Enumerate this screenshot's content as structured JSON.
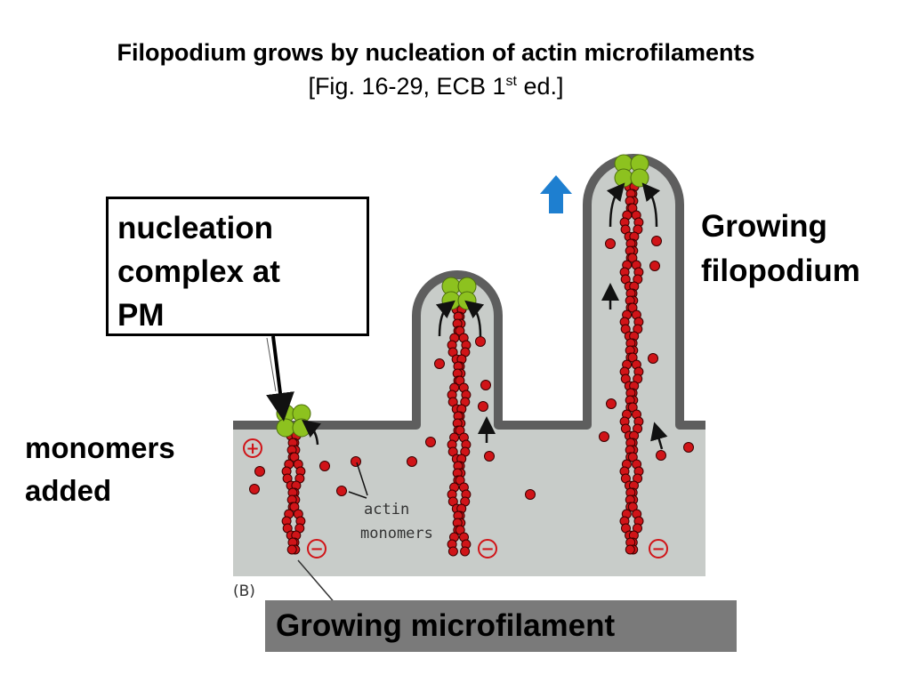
{
  "slide": {
    "title": "Filopodium grows by nucleation of actin microfilaments",
    "subtitle_main": "[Fig. 16-29, ECB 1",
    "subtitle_sup": "st",
    "subtitle_end": " ed.]"
  },
  "callout": {
    "lines": [
      "nucleation",
      "complex at",
      "PM"
    ]
  },
  "labels": {
    "growing_filopodium": [
      "Growing",
      "filopodium"
    ],
    "monomers_added": [
      "monomers",
      "added"
    ],
    "growing_microfilament": "Growing microfilament"
  },
  "figure": {
    "actin_label_1": "actin",
    "actin_label_2": "monomers",
    "panel_label": "(B)",
    "plus_sign": "+",
    "minus_sign": "−",
    "colors": {
      "cytoplasm": "#c8ccc9",
      "membrane": "#5e5e5e",
      "monomer": "#d01418",
      "complex": "#8dc21f",
      "arrow_up": "#1e7fd0"
    },
    "icons": [
      "up-arrow-icon",
      "plus-end-icon",
      "minus-end-icon"
    ]
  }
}
